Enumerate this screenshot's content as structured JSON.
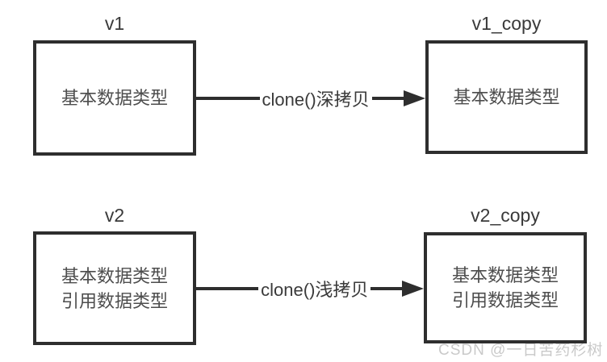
{
  "colors": {
    "stroke": "#2e2e2e",
    "box_text": "#4d4d4d",
    "label_text": "#3a3a3a",
    "watermark": "#c9c9c9",
    "background": "#ffffff"
  },
  "rows": [
    {
      "source": {
        "title": "v1",
        "lines": [
          "基本数据类型"
        ]
      },
      "arrow": {
        "label": "clone()深拷贝"
      },
      "target": {
        "title": "v1_copy",
        "lines": [
          "基本数据类型"
        ]
      }
    },
    {
      "source": {
        "title": "v2",
        "lines": [
          "基本数据类型",
          "引用数据类型"
        ]
      },
      "arrow": {
        "label": "clone()浅拷贝"
      },
      "target": {
        "title": "v2_copy",
        "lines": [
          "基本数据类型",
          "引用数据类型"
        ]
      }
    }
  ],
  "watermark": {
    "text": "CSDN @一日苦药杉树"
  }
}
